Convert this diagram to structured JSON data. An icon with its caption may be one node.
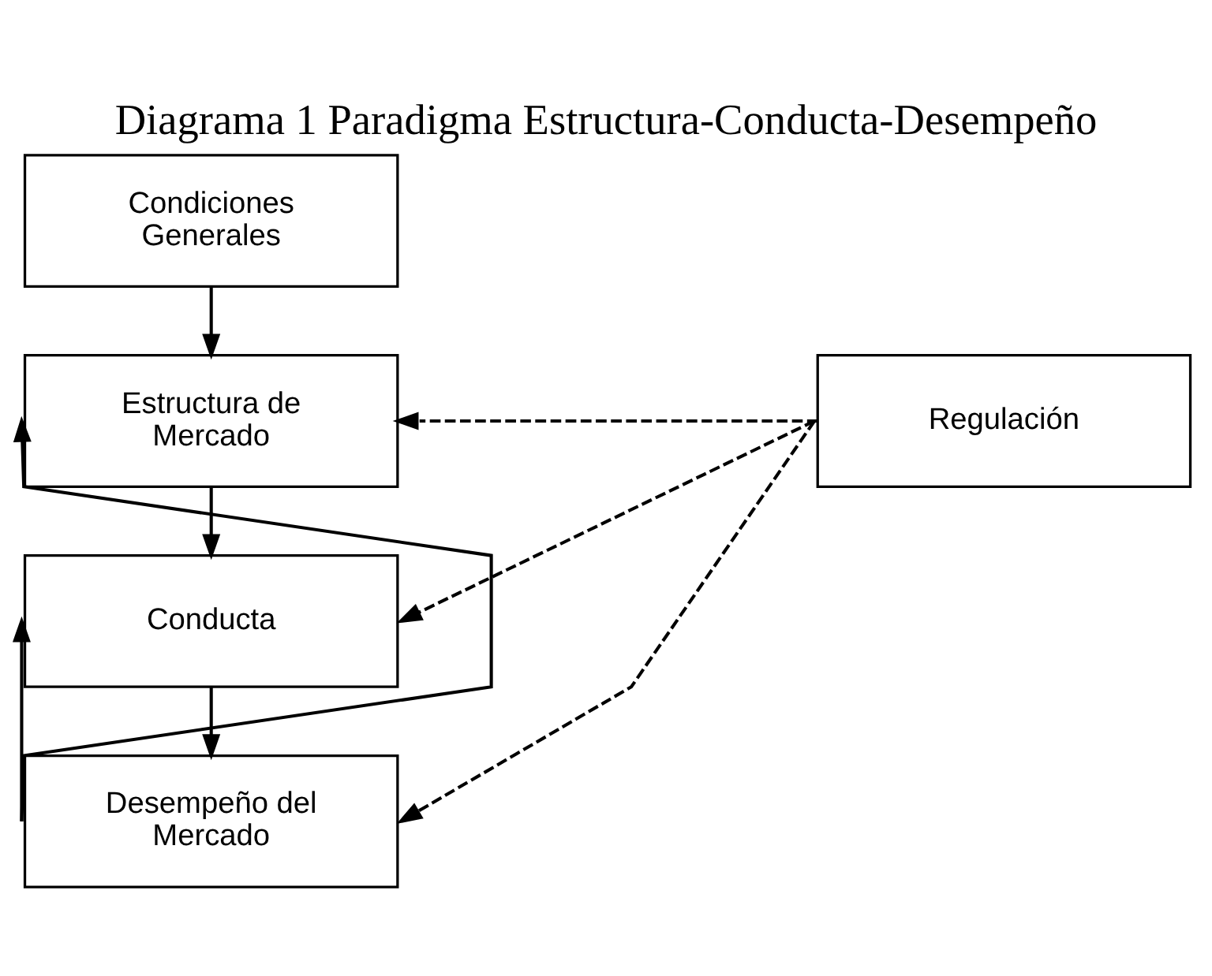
{
  "diagram": {
    "title": "Diagrama 1 Paradigma Estructura-Conducta-Desempeño",
    "nodes": [
      {
        "text": [
          "Condiciones Generales"
        ]
      },
      {
        "text": [
          "Estructura de Mercado"
        ]
      },
      {
        "text": [
          "Conducta"
        ]
      },
      {
        "text": [
          "Desempeño del Mercado"
        ]
      },
      {
        "text": [
          "Regulación"
        ]
      }
    ],
    "edges": [
      {
        "from": 0,
        "to": 1,
        "arrow": "to"
      },
      {
        "from": 1,
        "to": 2,
        "arrow": "to"
      },
      {
        "from": 2,
        "to": 3,
        "arrow": "to"
      },
      {
        "from": 3,
        "to": 1,
        "arrow": "to"
      },
      {
        "from": 3,
        "to": 2,
        "arrow": "to"
      },
      {
        "from": 4,
        "to": 1,
        "arrow": "to",
        "style": "dashed"
      },
      {
        "from": 4,
        "to": 2,
        "arrow": "to",
        "style": "dashed"
      },
      {
        "from": 4,
        "to": 3,
        "arrow": "to",
        "style": "dashed"
      }
    ]
  }
}
